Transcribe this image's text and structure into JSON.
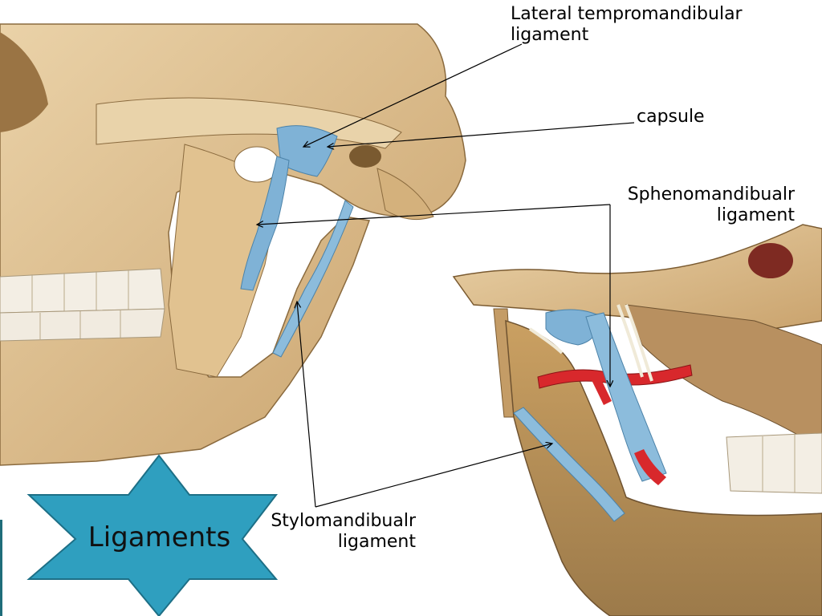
{
  "labels": {
    "lateral_line1": "Lateral tempromandibular",
    "lateral_line2": "ligament",
    "capsule": "capsule",
    "spheno_line1": "Sphenomandibualr",
    "spheno_line2": "ligament",
    "stylo_line1": "Stylomandibualr",
    "stylo_line2": "ligament"
  },
  "badge": {
    "text": "Ligaments"
  },
  "colors": {
    "bone": "#e3c497",
    "bone_shadow": "#b48c55",
    "ligament": "#7fb2d6",
    "artery": "#d8282c",
    "badge_fill": "#2f9fbf",
    "badge_stroke": "#1d6f86",
    "teeth": "#f3eee4"
  }
}
